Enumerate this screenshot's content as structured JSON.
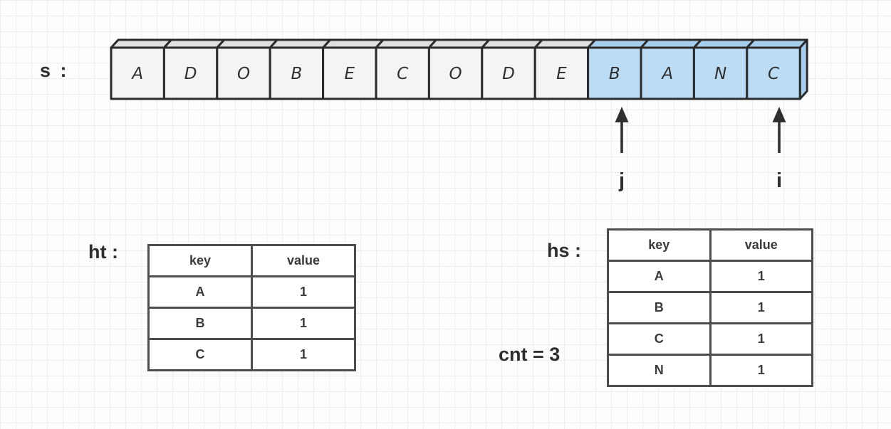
{
  "array": {
    "label": "s :",
    "cells": [
      {
        "char": "A",
        "highlight": false
      },
      {
        "char": "D",
        "highlight": false
      },
      {
        "char": "O",
        "highlight": false
      },
      {
        "char": "B",
        "highlight": false
      },
      {
        "char": "E",
        "highlight": false
      },
      {
        "char": "C",
        "highlight": false
      },
      {
        "char": "O",
        "highlight": false
      },
      {
        "char": "D",
        "highlight": false
      },
      {
        "char": "E",
        "highlight": false
      },
      {
        "char": "B",
        "highlight": true
      },
      {
        "char": "A",
        "highlight": true
      },
      {
        "char": "N",
        "highlight": true
      },
      {
        "char": "C",
        "highlight": true
      }
    ],
    "colors": {
      "cell_fill": "#f4f4f2",
      "cell_top": "#dededc",
      "highlight_fill": "#bcdcf6",
      "highlight_top": "#a5cdec",
      "highlight_side": "#a5cdec",
      "stroke": "#2b2b2b"
    }
  },
  "pointers": [
    {
      "label": "j",
      "points_to_char": "B"
    },
    {
      "label": "i",
      "points_to_char": "C"
    }
  ],
  "tables": [
    {
      "id": "ht",
      "label": "ht :",
      "headers": [
        "key",
        "value"
      ],
      "rows": [
        [
          "A",
          "1"
        ],
        [
          "B",
          "1"
        ],
        [
          "C",
          "1"
        ]
      ]
    },
    {
      "id": "hs",
      "label": "hs :",
      "headers": [
        "key",
        "value"
      ],
      "rows": [
        [
          "A",
          "1"
        ],
        [
          "B",
          "1"
        ],
        [
          "C",
          "1"
        ],
        [
          "N",
          "1"
        ]
      ]
    }
  ],
  "counter": {
    "text": "cnt = 3"
  },
  "icons": {
    "pointer_arrow": "up-arrow"
  },
  "arrow_color": "#2f2f2f"
}
